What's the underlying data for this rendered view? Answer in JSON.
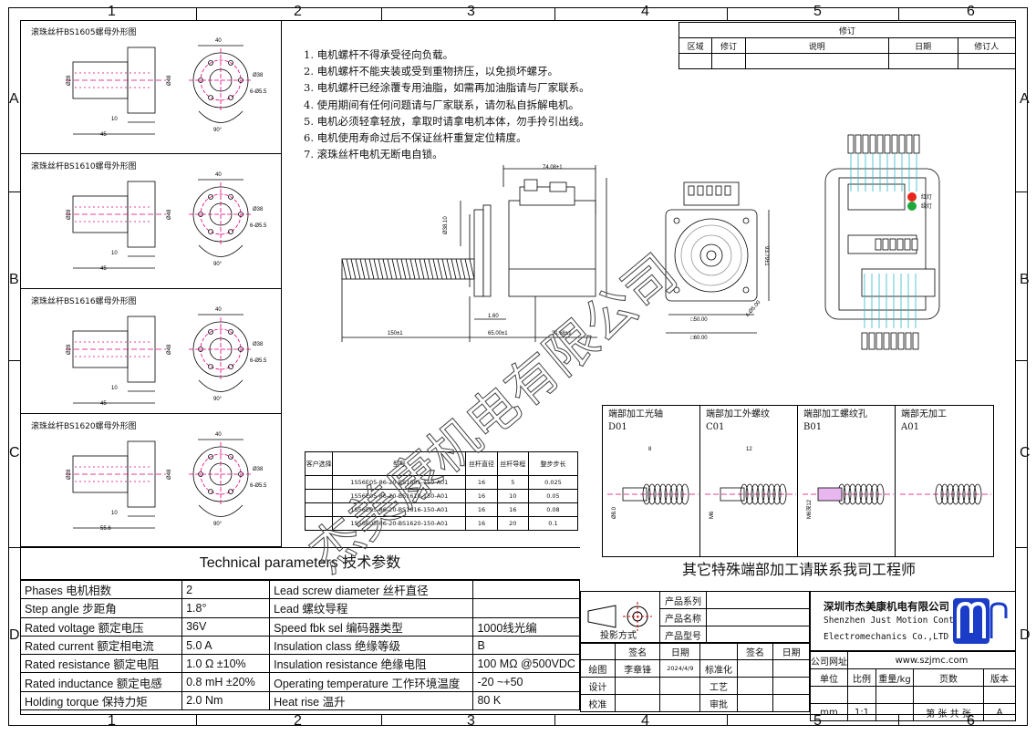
{
  "grid": {
    "columns": [
      "1",
      "2",
      "3",
      "4",
      "5",
      "6"
    ],
    "rows": [
      "A",
      "B",
      "C",
      "D"
    ]
  },
  "nuts": [
    {
      "title": "滚珠丝杆BS1605螺母外形图",
      "dims": [
        "40",
        "Ø28",
        "Ø48",
        "Ø38",
        "6-Ø5.5",
        "90°",
        "10",
        "45"
      ]
    },
    {
      "title": "滚珠丝杆BS1610螺母外形图",
      "dims": [
        "40",
        "Ø28",
        "Ø48",
        "Ø38",
        "6-Ø5.5",
        "90°",
        "10",
        "45"
      ]
    },
    {
      "title": "滚珠丝杆BS1616螺母外形图",
      "dims": [
        "40",
        "Ø28",
        "Ø48",
        "Ø38",
        "6-Ø5.5",
        "90°",
        "10",
        "45"
      ]
    },
    {
      "title": "滚珠丝杆BS1620螺母外形图",
      "dims": [
        "40",
        "Ø28",
        "Ø48",
        "Ø38",
        "6-Ø5.5",
        "90°",
        "10",
        "55.6"
      ]
    }
  ],
  "notes": [
    "1.  电机螺杆不得承受径向负载。",
    "2.  电机螺杆不能夹装或受到重物挤压，以免损坏螺牙。",
    "3.  电机螺杆已经涂覆专用油脂，如需再加油脂请与厂家联系。",
    "4.  使用期间有任何问题请与厂家联系，请勿私自拆解电机。",
    "5.  电机必须轻拿轻放，拿取时请拿电机本体，勿手拎引出线。",
    "6.  电机使用寿命过后不保证丝杆重复定位精度。",
    "7.  滚珠丝杆电机无断电自锁。"
  ],
  "revision": {
    "title": "修订",
    "headers": [
      "区域",
      "修订",
      "说明",
      "日期",
      "修订人"
    ]
  },
  "motor_dims": {
    "overall": "74.08±1",
    "shaft_dia": "Ø38.10",
    "screw_len": "150±1",
    "flange": "1.60",
    "body_len": "65.00±1",
    "rear_len": "31.68±1",
    "height": "93.79±1",
    "hole_pitch": "□50.00",
    "square": "□60.00",
    "holes": "4-Ø5.00"
  },
  "connector": {
    "red_label": "红灯",
    "green_label": "绿灯"
  },
  "model_table": {
    "headers": [
      "客户选择",
      "型号",
      "丝杆直径",
      "丝杆导程",
      "整步步长"
    ],
    "rows": [
      [
        "",
        "1S56E05-86-20-BS1605-150-A01",
        "16",
        "5",
        "0.025"
      ],
      [
        "",
        "1S56E05-86-20-BS1610-150-A01",
        "16",
        "10",
        "0.05"
      ],
      [
        "",
        "1S56E05-86-20-BS1616-150-A01",
        "16",
        "16",
        "0.08"
      ],
      [
        "",
        "1S56E05-86-20-BS1620-150-A01",
        "16",
        "20",
        "0.1"
      ]
    ]
  },
  "end_processing": {
    "items": [
      {
        "title": "端部加工光轴",
        "code": "D01",
        "dims": [
          "8",
          "Ø8.0"
        ]
      },
      {
        "title": "端部加工外螺纹",
        "code": "C01",
        "dims": [
          "12",
          "M6"
        ]
      },
      {
        "title": "端部加工螺纹孔",
        "code": "B01",
        "dims": [
          "M6深12"
        ]
      },
      {
        "title": "端部无加工",
        "code": "A01",
        "dims": []
      }
    ],
    "footer": "其它特殊端部加工请联系我司工程师"
  },
  "tech": {
    "title": "Technical parameters 技术参数",
    "rows": [
      [
        "Phases 电机相数",
        "2",
        "Lead screw diameter 丝杆直径",
        ""
      ],
      [
        "Step angle 步距角",
        "1.8°",
        "Lead 螺纹导程",
        ""
      ],
      [
        "Rated voltage 额定电压",
        "36V",
        "Speed fbk sel  编码器类型",
        "1000线光编"
      ],
      [
        "Rated current 额定相电流",
        "5.0 A",
        "Insulation class 绝缘等级",
        "B"
      ],
      [
        "Rated resistance 额定电阻",
        "1.0 Ω  ±10%",
        "Insulation resistance 绝缘电阻",
        "100 MΩ @500VDC"
      ],
      [
        "Rated inductance 额定电感",
        "0.8 mH ±20%",
        "Operating temperature 工作环境温度",
        "-20   ~+50"
      ],
      [
        "Holding torque 保持力矩",
        "2.0 Nm",
        "Heat rise 温升",
        "80 K"
      ]
    ]
  },
  "title_block": {
    "product_series": "产品系列",
    "product_name": "产品名称",
    "product_model": "产品型号",
    "projection": "投影方式",
    "sign": "签名",
    "date": "日期",
    "draw": "绘图",
    "drawer": "李章锋",
    "draw_date": "2024/4/9",
    "standard": "标准化",
    "sign2": "签名",
    "date2": "日期",
    "design": "设计",
    "process": "工艺",
    "check": "校准",
    "approve": "审批",
    "company_cn": "深圳市杰美康机电有限公司",
    "company_en1": "Shenzhen Just Motion Control",
    "company_en2": "Electromechanics Co.,LTD",
    "website_label": "公司网址",
    "website": "www.szjmc.com",
    "unit": "单位",
    "scale": "比例",
    "weight": "重量/kg",
    "page": "页数",
    "version": "版本",
    "unit_v": "mm",
    "scale_v": "1:1",
    "page_v": "第 张 共 张",
    "version_v": "A"
  },
  "watermark": "杰美康机电有限公司"
}
